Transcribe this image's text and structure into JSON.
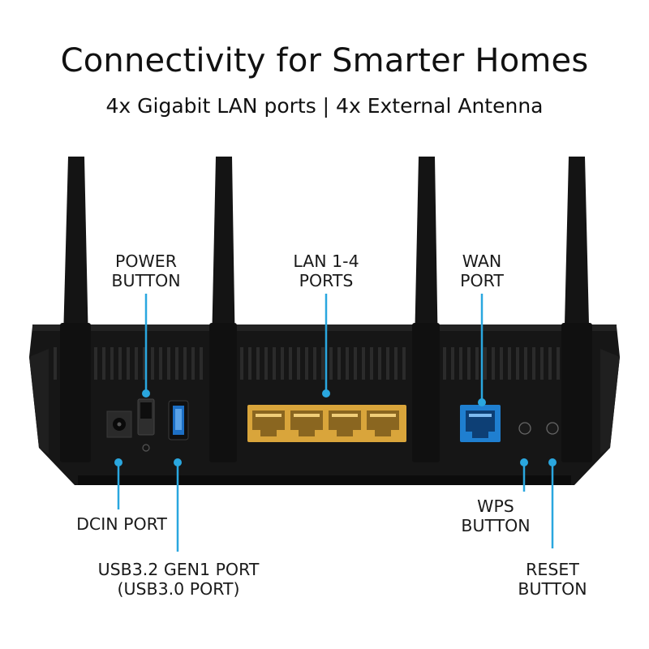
{
  "heading": {
    "title": "Connectivity for Smarter Homes",
    "subtitle": "4x Gigabit LAN ports | 4x External Antenna"
  },
  "callouts": {
    "power": "POWER\nBUTTON",
    "lan": "LAN 1-4\nPORTS",
    "wan": "WAN\nPORT",
    "dcin": "DCIN PORT",
    "usb": "USB3.2 GEN1 PORT\n(USB3.0 PORT)",
    "wps": "WPS\nBUTTON",
    "reset": "RESET\nBUTTON"
  },
  "colors": {
    "callout_line": "#2aa7df",
    "lan_port": "#e8b84a",
    "wan_port": "#1f7fd0",
    "usb_port": "#1d6fc4",
    "chassis": "#151515"
  }
}
